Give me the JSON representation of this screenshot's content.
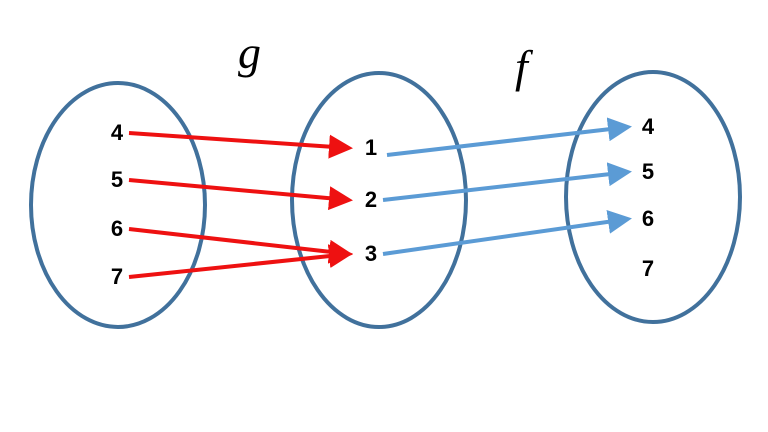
{
  "function_labels": {
    "g": "g",
    "f": "f"
  },
  "colors": {
    "ellipse_stroke": "#41719C",
    "g_arrow": "#EE1111",
    "f_arrow": "#5B9BD5",
    "text": "#000000"
  },
  "sets": {
    "left": [
      "4",
      "5",
      "6",
      "7"
    ],
    "middle": [
      "1",
      "2",
      "3"
    ],
    "right": [
      "4",
      "5",
      "6",
      "7"
    ]
  },
  "mappings": {
    "g": [
      {
        "from": "4",
        "to": "1"
      },
      {
        "from": "5",
        "to": "2"
      },
      {
        "from": "6",
        "to": "3"
      },
      {
        "from": "7",
        "to": "3"
      }
    ],
    "f": [
      {
        "from": "1",
        "to": "4"
      },
      {
        "from": "2",
        "to": "5"
      },
      {
        "from": "3",
        "to": "6"
      }
    ]
  }
}
